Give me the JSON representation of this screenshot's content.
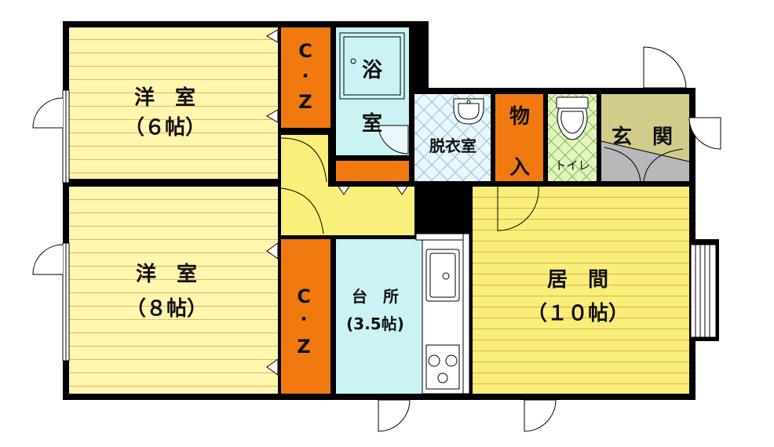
{
  "rooms": {
    "western_6": {
      "name": "洋　室",
      "size": "（６帖）"
    },
    "western_8": {
      "name": "洋　室",
      "size": "（８帖）"
    },
    "closet_top": {
      "line1": "C",
      "line2": "・",
      "line3": "Z"
    },
    "closet_bottom": {
      "line1": "C",
      "line2": "・",
      "line3": "Z"
    },
    "bath": {
      "line1": "浴",
      "line2": "室"
    },
    "dressing": {
      "name": "脱衣室"
    },
    "storage": {
      "line1": "物",
      "line2": "入"
    },
    "toilet": {
      "name": "トイレ"
    },
    "entrance": {
      "name": "玄　関"
    },
    "kitchen": {
      "name": "台　所",
      "size": "(3.5帖)"
    },
    "living": {
      "name": "居　間",
      "size": "（１０帖）"
    }
  },
  "colors": {
    "wall": "#000000",
    "western_floor": "#fff6b0",
    "floor_stripe": "#e8c46a",
    "closet": "#f07a10",
    "bath": "#ccf3f4",
    "dressing": "#e8f6fa",
    "dressing_grid": "#7fb6d8",
    "toilet": "#dff2b8",
    "toilet_grid": "#7ec04e",
    "entrance": "#d2cc8a",
    "entrance_floor": "#b8b8b8",
    "hall": "#f8f07a",
    "living": "#f8ee7a",
    "kitchen": "#ccf3f4"
  }
}
